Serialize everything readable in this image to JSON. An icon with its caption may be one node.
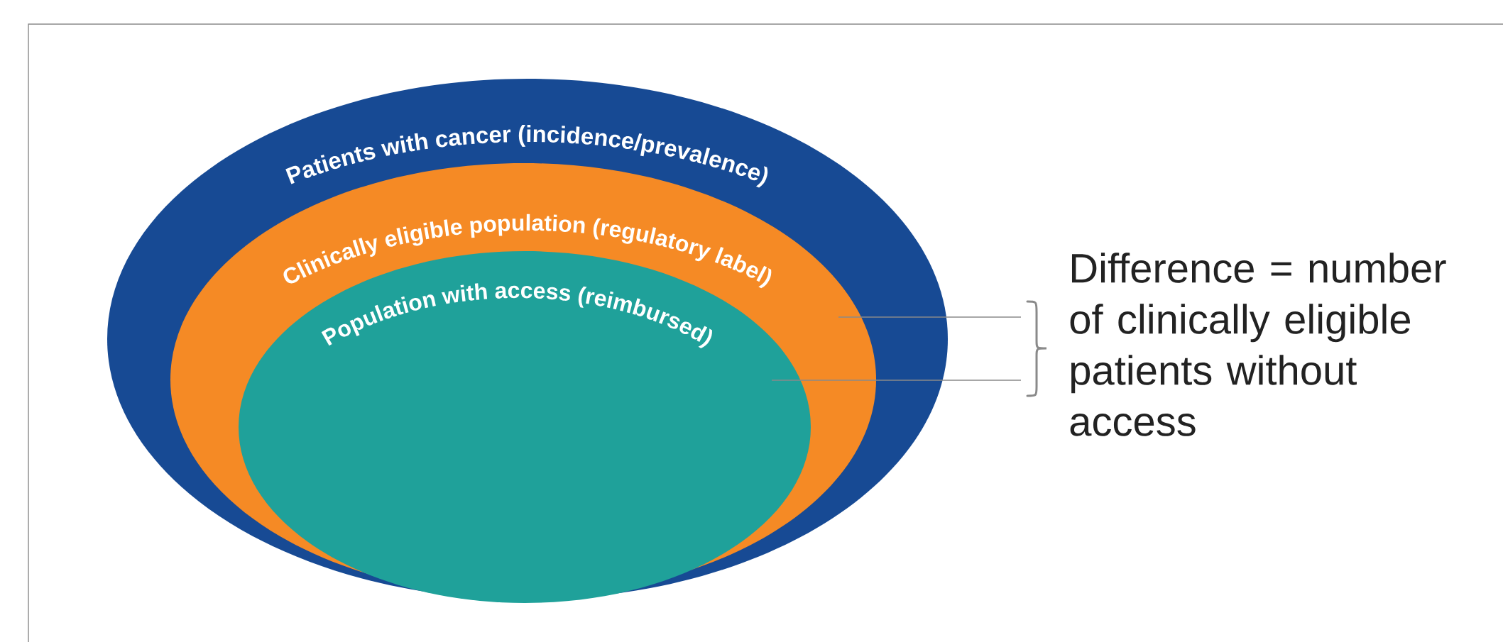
{
  "diagram": {
    "nodes": [
      {
        "text": [
          "Patients with cancer (incidence/prevalence)"
        ]
      },
      {
        "text": [
          "Clinically eligible population (regulatory label)"
        ],
        "in": 0
      },
      {
        "text": [
          "Population with access (reimbursed)"
        ],
        "in": 1
      },
      {
        "text": [
          "Difference = number of clinically eligible patients without access"
        ]
      }
    ],
    "edges": [
      {
        "from": 3,
        "to": 1,
        "arrow": "none"
      },
      {
        "from": 3,
        "to": 2,
        "arrow": "none"
      }
    ]
  }
}
